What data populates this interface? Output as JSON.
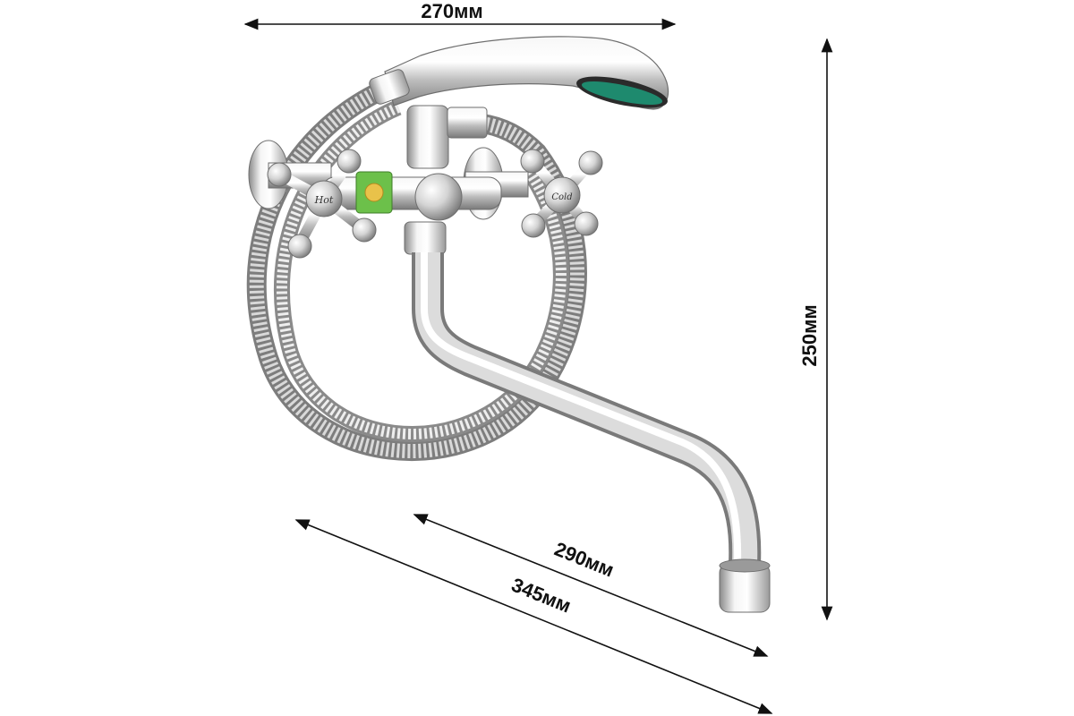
{
  "dimensions": {
    "top_width": "270мм",
    "height": "250мм",
    "spout_length": "290мм",
    "total_length": "345мм"
  },
  "product": {
    "handle_mark_left": "Hot",
    "handle_mark_right": "Cold",
    "colors": {
      "chrome_light": "#f4f4f4",
      "chrome_mid": "#c8c8c8",
      "chrome_dark": "#6e6e6e",
      "label_green": "#6cc04a",
      "shower_face": "#1e8a6e"
    }
  }
}
